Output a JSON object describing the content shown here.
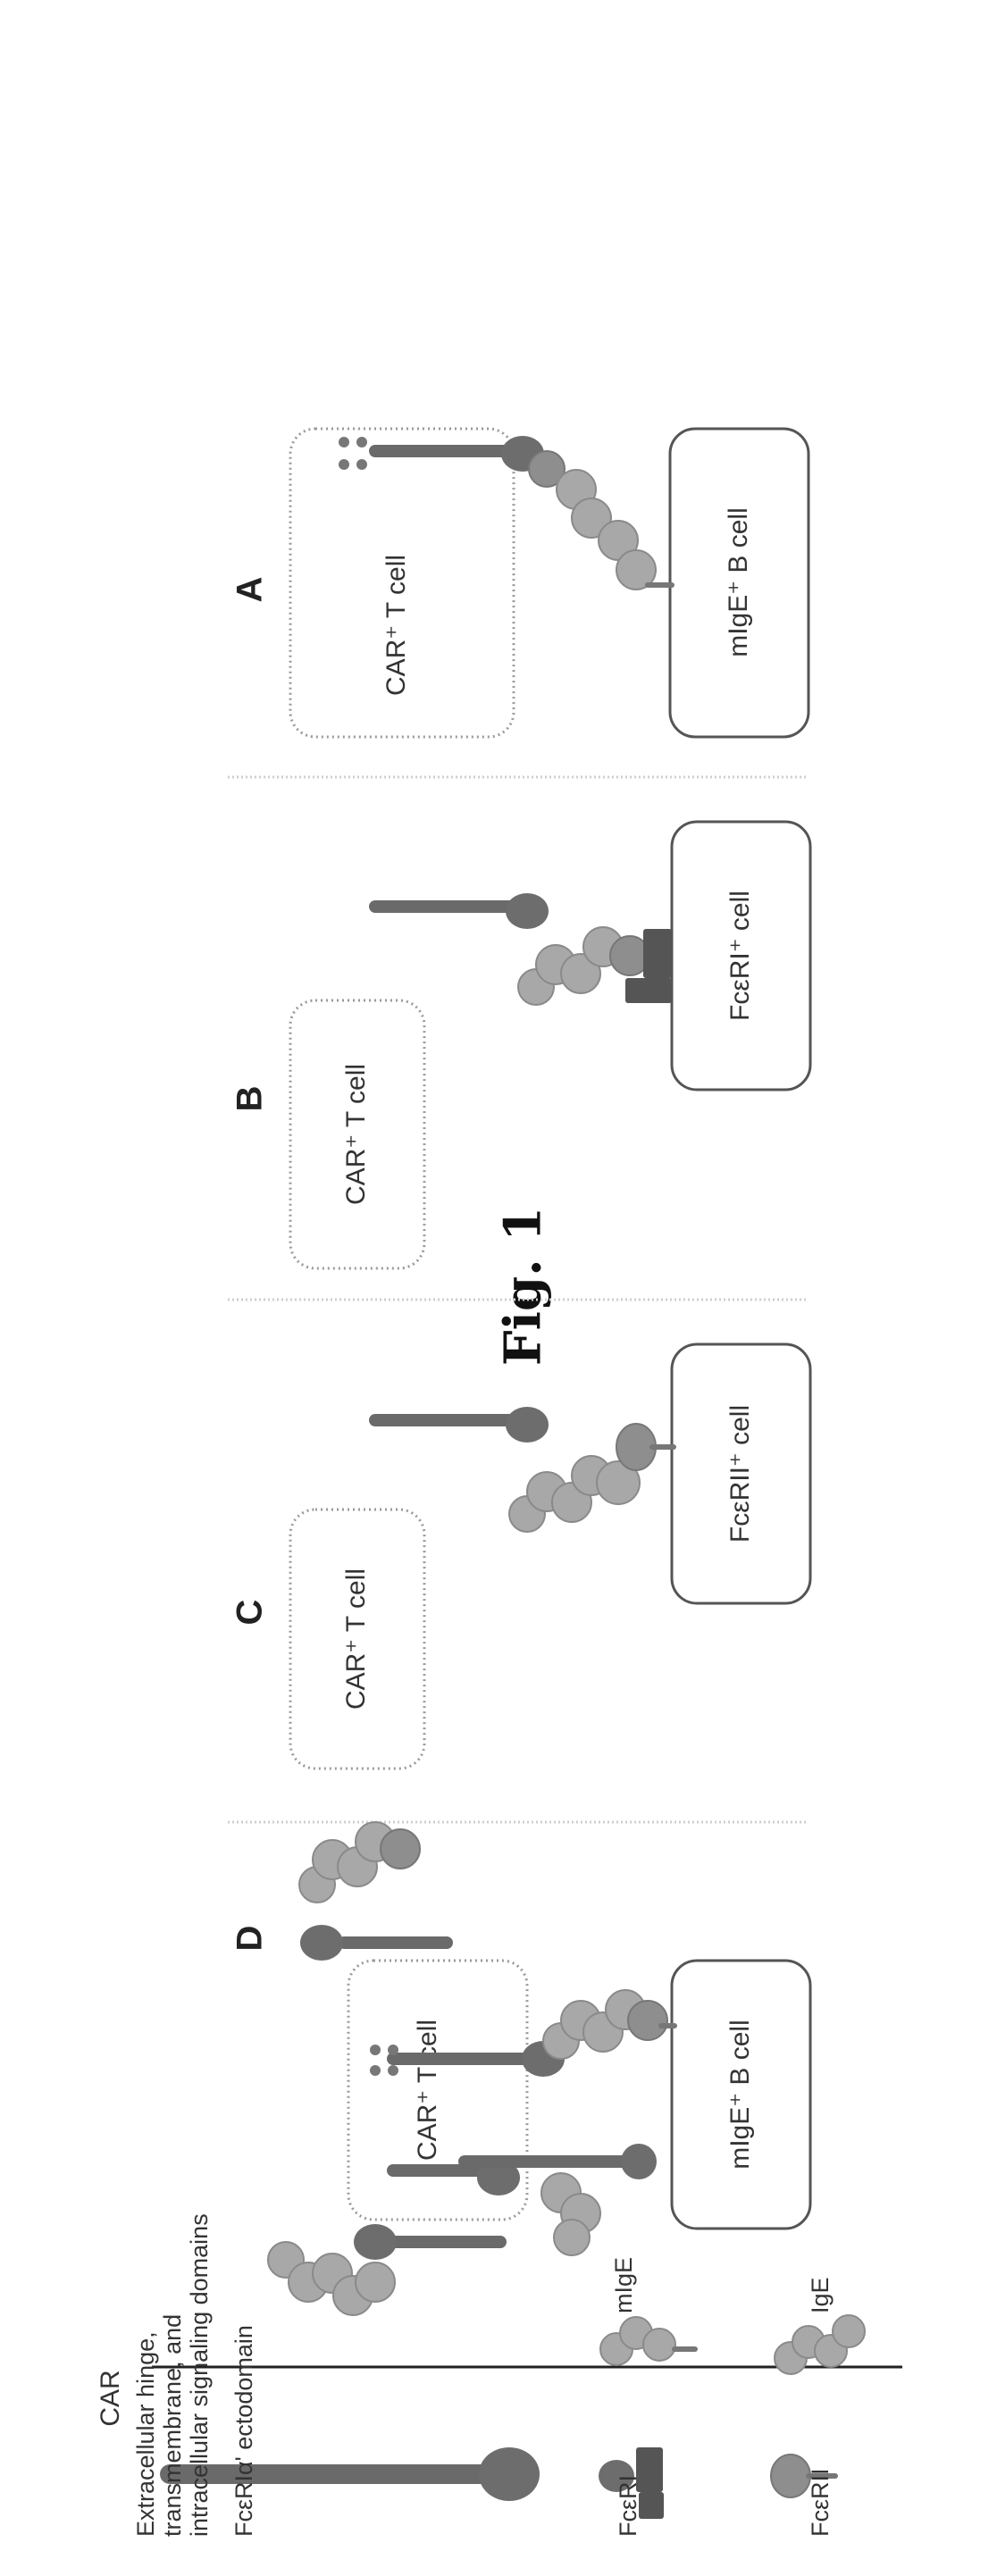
{
  "figure": {
    "title": "Fig. 1",
    "panels": {
      "a": {
        "label": "A",
        "tcell": "CAR⁺ T cell",
        "bcell": "mIgE⁺ B cell"
      },
      "b": {
        "label": "B",
        "tcell": "CAR⁺ T cell",
        "bcell": "FcεRI⁺ cell"
      },
      "c": {
        "label": "C",
        "tcell": "CAR⁺ T cell",
        "bcell": "FcεRII⁺ cell"
      },
      "d": {
        "label": "D",
        "tcell": "CAR⁺ T cell",
        "bcell": "mIgE⁺ B cell"
      }
    },
    "legend": {
      "heading": "CAR",
      "car_line1": "Extracellular hinge,",
      "car_line2": "transmembrane, and",
      "car_line3": "intracellular signaling domains",
      "ectodomain": "FcεRIα' ectodomain",
      "fceri": "FcεRI",
      "mige": "mIgE",
      "fcerii": "FcεRII",
      "ige": "IgE"
    }
  }
}
